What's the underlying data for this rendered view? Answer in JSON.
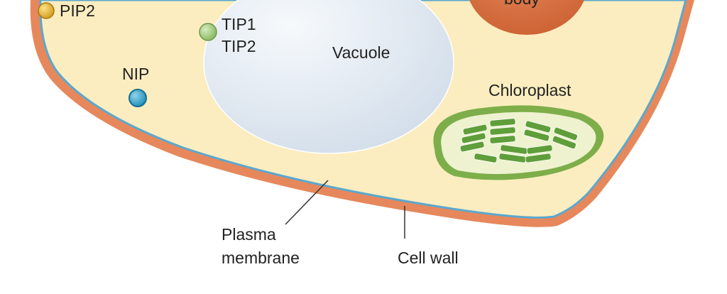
{
  "labels": {
    "pip2": "PIP2",
    "tip1": "TIP1",
    "tip2": "TIP2",
    "vacuole": "Vacuole",
    "nip": "NIP",
    "body_fragment": "body",
    "chloroplast": "Chloroplast",
    "plasma_membrane_line1": "Plasma",
    "plasma_membrane_line2": "membrane",
    "cell_wall": "Cell wall"
  },
  "colors": {
    "cytoplasm": "#fbedbf",
    "cell_wall": "#e6885c",
    "plasma_membrane": "#5aa8cf",
    "vacuole": "#e3ebf2",
    "body": "#d66f3f",
    "chloroplast_outer": "#7dae4a",
    "chloroplast_inner": "#eef2cf",
    "thylakoid": "#5f9e3a",
    "pip2_protein": "#e7b82f",
    "tip_protein": "#a7cf82",
    "nip_protein": "#3aabcf"
  }
}
